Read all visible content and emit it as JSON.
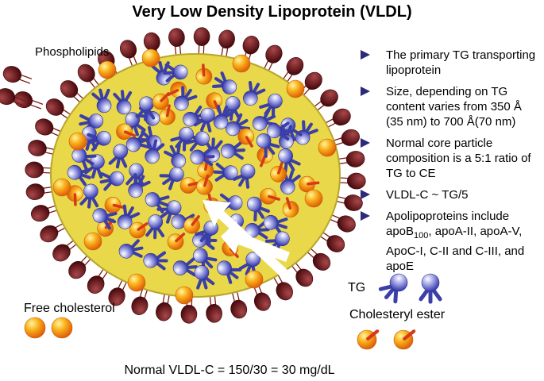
{
  "title": "Very Low Density Lipoprotein (VLDL)",
  "labels": {
    "phospholipids": "Phospholipids",
    "free_cholesterol": "Free cholesterol",
    "tg": "TG",
    "cholesteryl_ester": "Cholesteryl ester"
  },
  "bullets": [
    "The primary TG transporting lipoprotein",
    "Size, depending on TG content varies from 350 Å (35 nm) to 700 Å(70 nm)",
    "Normal core particle composition is a 5:1 ratio of TG to CE",
    "VLDL-C ~ TG/5",
    {
      "pre": "Apolipoproteins include apoB",
      "sub": "100",
      "post": ", apoA-II, apoA-V, ApoC-I, C-II and C-III, and apoE"
    }
  ],
  "formula": "Normal VLDL-C = 150/30 = 30 mg/dL",
  "colors": {
    "phospholipid_head": "#5a0f12",
    "phospholipid_tail": "#7a1a14",
    "shell": "#e8d84a",
    "shell_edge": "#b9a52c",
    "tg_sphere": "#4a4ec0",
    "tg_tail": "#3b3fa8",
    "cholesterol": "#f7a21a",
    "cholesteryl_tail": "#d43a1a",
    "bullet_arrow": "#2e2a7a"
  }
}
